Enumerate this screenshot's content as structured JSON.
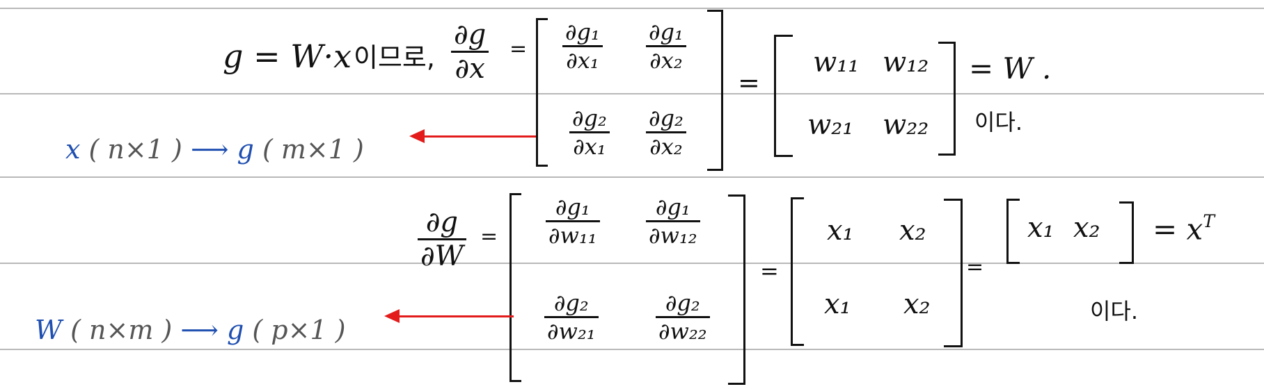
{
  "line1": {
    "lhs": "g = W·x",
    "korean_because": "이므로,",
    "frac_dg_dx": {
      "num": "∂g",
      "den": "∂x"
    },
    "eq": "=",
    "matrix": [
      {
        "num": "∂g₁",
        "den": "∂x₁"
      },
      {
        "num": "∂g₁",
        "den": "∂x₂"
      },
      {
        "num": "∂g₂",
        "den": "∂x₁"
      },
      {
        "num": "∂g₂",
        "den": "∂x₂"
      }
    ],
    "eq2": "=",
    "w_matrix": [
      "w₁₁",
      "w₁₂",
      "w₂₁",
      "w₂₂"
    ],
    "result": "= W .",
    "korean_is": "이다."
  },
  "dims1": {
    "x": "x",
    "x_dim": "( n×1 )",
    "arrow": "⟶",
    "g": "g",
    "g_dim": "( m×1 )"
  },
  "line2": {
    "frac_dg_dw": {
      "num": "∂g",
      "den": "∂W"
    },
    "eq": "=",
    "matrix": [
      {
        "num": "∂g₁",
        "den": "∂w₁₁"
      },
      {
        "num": "∂g₁",
        "den": "∂w₁₂"
      },
      {
        "num": "∂g₂",
        "den": "∂w₂₁"
      },
      {
        "num": "∂g₂",
        "den": "∂w₂₂"
      }
    ],
    "eq2": "=",
    "x_matrix": [
      "x₁",
      "x₂",
      "x₁",
      "x₂"
    ],
    "eq3": "=",
    "row_vector": [
      "x₁",
      "x₂"
    ],
    "result": "= x",
    "result_sup": "T",
    "korean_is": "이다."
  },
  "dims2": {
    "w": "W",
    "w_dim": "( n×m )",
    "arrow": "⟶",
    "g": "g",
    "g_dim": "( p×1 )"
  },
  "colors": {
    "blue": "#1f4fb0",
    "red": "#e31b1b",
    "rule": "#b8b8b8"
  }
}
